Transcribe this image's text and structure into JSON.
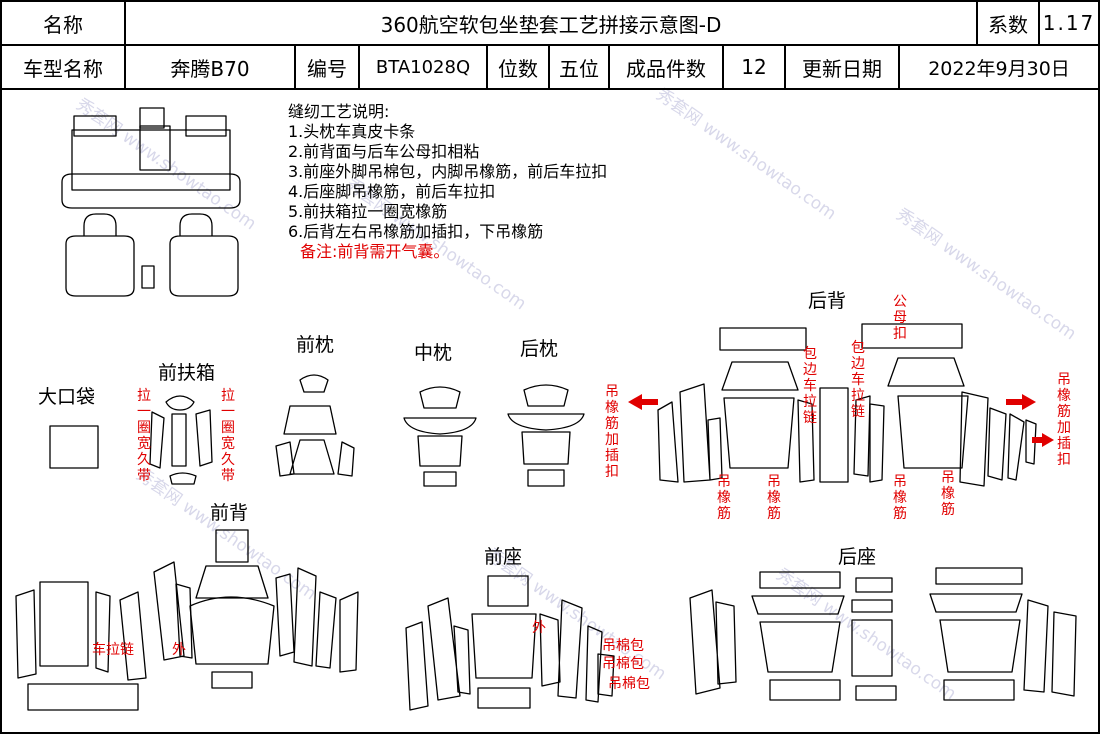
{
  "header": {
    "name_label": "名称",
    "title": "360航空软包坐垫套工艺拼接示意图-D",
    "coef_label": "系数",
    "coef_value": "1.17",
    "model_label": "车型名称",
    "model_value": "奔腾B70",
    "code_label": "编号",
    "code_value": "BTA1028Q",
    "seats_label": "位数",
    "seats_value": "五位",
    "pieces_label": "成品件数",
    "pieces_value": "12",
    "date_label": "更新日期",
    "date_value": "2022年9月30日"
  },
  "notes": {
    "heading": "缝纫工艺说明:",
    "items": [
      "1.头枕车真皮卡条",
      "2.前背面与后车公母扣相粘",
      "3.前座外脚吊棉包，内脚吊橡筋，前后车拉扣",
      "4.后座脚吊橡筋，前后车拉扣",
      "5.前扶箱拉一圈宽橡筋",
      "6.后背左右吊橡筋加插扣，下吊橡筋"
    ],
    "remark": "备注:前背需开气囊。"
  },
  "sections": {
    "big_pocket": "大口袋",
    "front_armrest": "前扶箱",
    "front_headrest": "前枕",
    "middle_headrest": "中枕",
    "rear_headrest": "后枕",
    "rear_back": "后背",
    "front_back": "前背",
    "front_seat": "前座",
    "rear_seat": "后座"
  },
  "annotations": {
    "armrest_left": "拉一圈宽久带",
    "armrest_right": "拉一圈宽久带",
    "snap": "公母扣",
    "edge_zip_left": "包边车拉链",
    "edge_zip_right": "包边车拉链",
    "rear_left_side": "吊橡筋加插扣",
    "rear_right_side": "吊橡筋加插扣",
    "hang_elastic": "吊橡筋",
    "zipper": "车拉链",
    "outer": "外",
    "cotton_pack": "吊棉包"
  },
  "watermark": "秀套网 www.showtao.com",
  "colors": {
    "accent_red": "#e00000",
    "line": "#000000"
  }
}
